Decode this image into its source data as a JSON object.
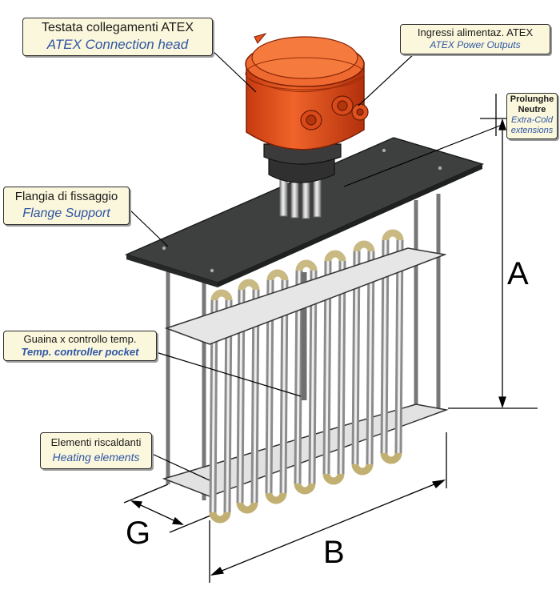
{
  "callouts": {
    "connection_head": {
      "it": "Testata collegamenti ATEX",
      "en": "ATEX Connection head"
    },
    "power_outputs": {
      "it": "Ingressi alimentaz. ATEX",
      "en": "ATEX Power Outputs"
    },
    "extensions": {
      "it_line1": "Prolunghe",
      "it_line2": "Neutre",
      "en_line1": "Extra-Cold",
      "en_line2": "extensions"
    },
    "flange": {
      "it": "Flangia di fissaggio",
      "en": "Flange Support"
    },
    "pocket": {
      "it": "Guaina x controllo temp.",
      "en": "Temp. controller pocket"
    },
    "heating": {
      "it": "Elementi riscaldanti",
      "en": "Heating elements"
    }
  },
  "dimensions": {
    "a": "A",
    "b": "B",
    "g": "G"
  },
  "colors": {
    "head": "#e8521e",
    "flange": "#3a3d3c",
    "tube": "#c9c9c9",
    "plate": "#e6e6e6",
    "callout_bg": "#fbf7dc",
    "english_text": "#2f55a4"
  }
}
